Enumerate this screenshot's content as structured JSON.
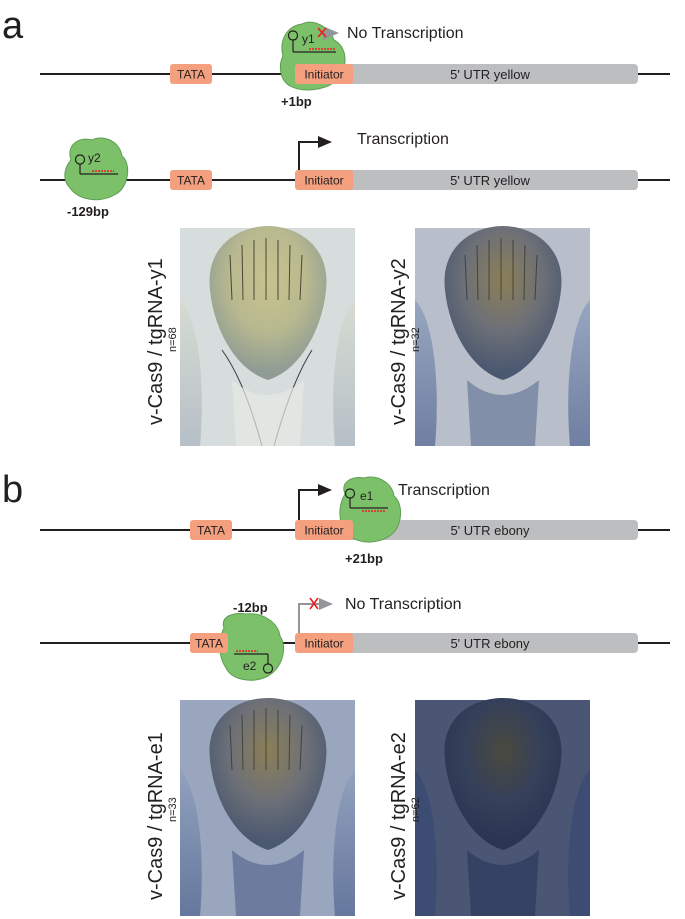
{
  "panels": [
    {
      "letter": "a",
      "constructs": [
        {
          "tata": "TATA",
          "initiator": "Initiator",
          "utr": "5' UTR  yellow",
          "grna": "y1",
          "position": "+1bp",
          "status": "No Transcription",
          "transcribed": false
        },
        {
          "tata": "TATA",
          "initiator": "Initiator",
          "utr": "5' UTR  yellow",
          "grna": "y2",
          "position": "-129bp",
          "status": "Transcription",
          "transcribed": true
        }
      ],
      "images": [
        {
          "condition": "v-Cas9 / tgRNA-y1",
          "n": "n=68",
          "phenotype": "pale-thorax"
        },
        {
          "condition": "v-Cas9 / tgRNA-y2",
          "n": "n=32",
          "phenotype": "dark-thorax"
        }
      ]
    },
    {
      "letter": "b",
      "constructs": [
        {
          "tata": "TATA",
          "initiator": "Initiator",
          "utr": "5' UTR  ebony",
          "grna": "e1",
          "position": "+21bp",
          "status": "Transcription",
          "transcribed": true
        },
        {
          "tata": "TATA",
          "initiator": "Initiator",
          "utr": "5' UTR  ebony",
          "grna": "e2",
          "position": "-12bp",
          "status": "No Transcription",
          "transcribed": false
        }
      ],
      "images": [
        {
          "condition": "v-Cas9 / tgRNA-e1",
          "n": "n=33",
          "phenotype": "dark-thorax"
        },
        {
          "condition": "v-Cas9 / tgRNA-e2",
          "n": "n=62",
          "phenotype": "very-dark-thorax"
        }
      ]
    }
  ],
  "colors": {
    "box": "#f4a07f",
    "utr": "#bcbec0",
    "cas9": "#7dc06a",
    "cas9_edge": "#5d9e52",
    "active_arrow": "#231f20",
    "inactive_arrow": "#939598",
    "cross": "#ed1c24"
  }
}
